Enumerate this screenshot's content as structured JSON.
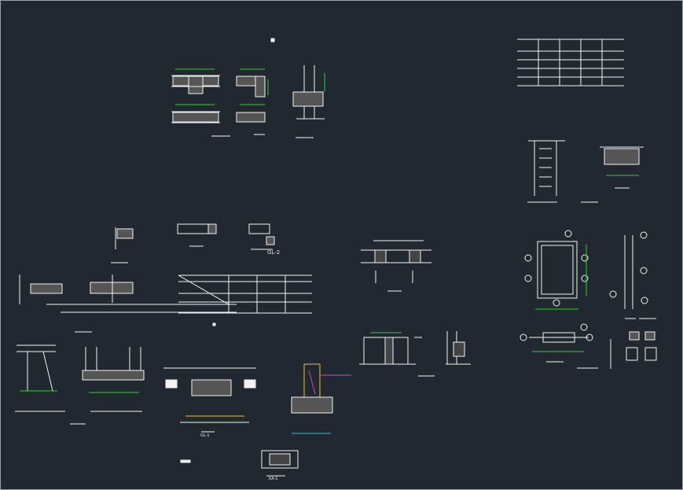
{
  "colors": {
    "background": "#212830",
    "line": "#f2f2f2",
    "dim": "#2fd12f",
    "accent_yellow": "#e6c628",
    "accent_magenta": "#d040c8",
    "accent_cyan": "#20c0e0"
  },
  "labels": {
    "gl2": "GL-2",
    "gl1_note": "GL-1",
    "ka_ref": "KA-1"
  }
}
